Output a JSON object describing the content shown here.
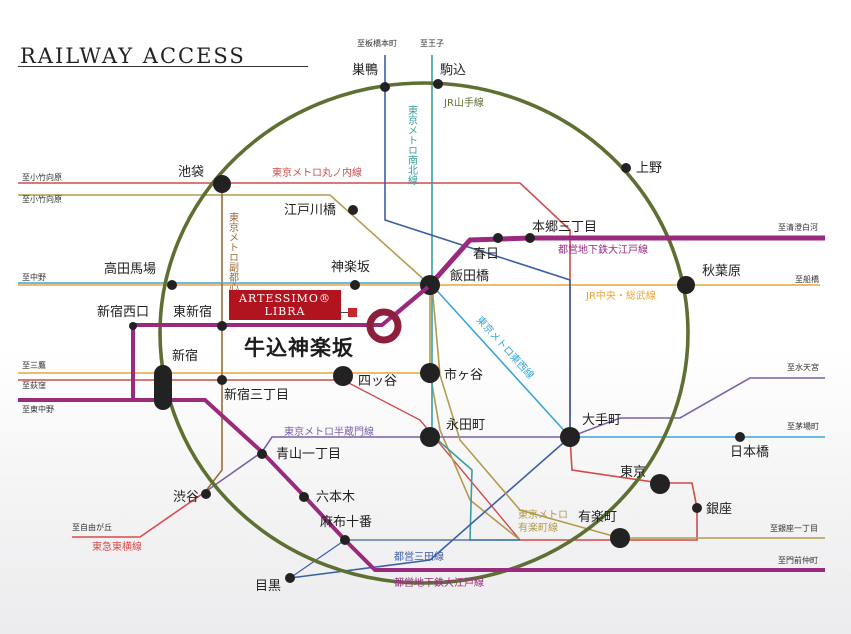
{
  "title": "RAILWAY ACCESS",
  "property": {
    "logo_line1": "ARTESSIMO®",
    "logo_line2": "LIBRA",
    "name": "牛込神楽坂"
  },
  "colors": {
    "yamanote": "#5e7031",
    "oedo": "#9a2a7e",
    "marunouchi": "#d24b4b",
    "namboku": "#3a9ea0",
    "tozai": "#3aa5d8",
    "hanzomon": "#7c61a8",
    "yurakucho": "#b39b4f",
    "chuo_sobu": "#e8a53c",
    "fukutoshin": "#9c6b3a",
    "mita": "#3d5fa6",
    "toyoko": "#d94b4b"
  },
  "stations": [
    {
      "id": "sugamo",
      "label": "巣鴨"
    },
    {
      "id": "komagome",
      "label": "駒込"
    },
    {
      "id": "ikebukuro",
      "label": "池袋"
    },
    {
      "id": "ueno",
      "label": "上野"
    },
    {
      "id": "edogawabashi",
      "label": "江戸川橋"
    },
    {
      "id": "hongo3",
      "label": "本郷三丁目"
    },
    {
      "id": "kasuga",
      "label": "春日"
    },
    {
      "id": "takadanobaba",
      "label": "高田馬場"
    },
    {
      "id": "kagurazaka",
      "label": "神楽坂"
    },
    {
      "id": "iidabashi",
      "label": "飯田橋"
    },
    {
      "id": "akihabara",
      "label": "秋葉原"
    },
    {
      "id": "shinjukunishiguchi",
      "label": "新宿西口"
    },
    {
      "id": "higashishinjuku",
      "label": "東新宿"
    },
    {
      "id": "shinjuku",
      "label": "新宿"
    },
    {
      "id": "shinjuku3",
      "label": "新宿三丁目"
    },
    {
      "id": "yotsuya",
      "label": "四ッ谷"
    },
    {
      "id": "ichigaya",
      "label": "市ヶ谷"
    },
    {
      "id": "nagatacho",
      "label": "永田町"
    },
    {
      "id": "otemachi",
      "label": "大手町"
    },
    {
      "id": "nihombashi",
      "label": "日本橋"
    },
    {
      "id": "aoyama1",
      "label": "青山一丁目"
    },
    {
      "id": "tokyo",
      "label": "東京"
    },
    {
      "id": "shibuya",
      "label": "渋谷"
    },
    {
      "id": "roppongi",
      "label": "六本木"
    },
    {
      "id": "ginza",
      "label": "銀座"
    },
    {
      "id": "azabujuban",
      "label": "麻布十番"
    },
    {
      "id": "yurakucho",
      "label": "有楽町"
    },
    {
      "id": "meguro",
      "label": "目黒"
    }
  ],
  "destinations": [
    {
      "id": "itabashihoncho",
      "label": "至板橋本町"
    },
    {
      "id": "oji",
      "label": "至王子"
    },
    {
      "id": "komukaihara1",
      "label": "至小竹向原"
    },
    {
      "id": "komukaihara2",
      "label": "至小竹向原"
    },
    {
      "id": "kiyosumi",
      "label": "至清澄白河"
    },
    {
      "id": "nakano",
      "label": "至中野"
    },
    {
      "id": "funabashi",
      "label": "至船橋"
    },
    {
      "id": "mitaka",
      "label": "至三鷹"
    },
    {
      "id": "ogikubo",
      "label": "至荻窪"
    },
    {
      "id": "higashinakano",
      "label": "至東中野"
    },
    {
      "id": "mizutengu",
      "label": "至水天宮"
    },
    {
      "id": "kayabacho",
      "label": "至茅場町"
    },
    {
      "id": "jiyugaoka",
      "label": "至自由が丘"
    },
    {
      "id": "ginza1",
      "label": "至銀座一丁目"
    },
    {
      "id": "monzen",
      "label": "至門前仲町"
    }
  ],
  "lines": {
    "yamanote": "JR山手線",
    "marunouchi": "東京メトロ丸ノ内線",
    "namboku": "東京メトロ南北線",
    "oedo_top": "都営地下鉄大江戸線",
    "oedo_bottom": "都営地下鉄大江戸線",
    "chuo_sobu": "JR中央・総武線",
    "fukutoshin": "東京メトロ副都心線",
    "tozai": "東京メトロ東西線",
    "hanzomon": "東京メトロ半蔵門線",
    "yurakucho_1": "東京メトロ",
    "yurakucho_2": "有楽町線",
    "mita": "都営三田線",
    "toyoko": "東急東横線"
  }
}
